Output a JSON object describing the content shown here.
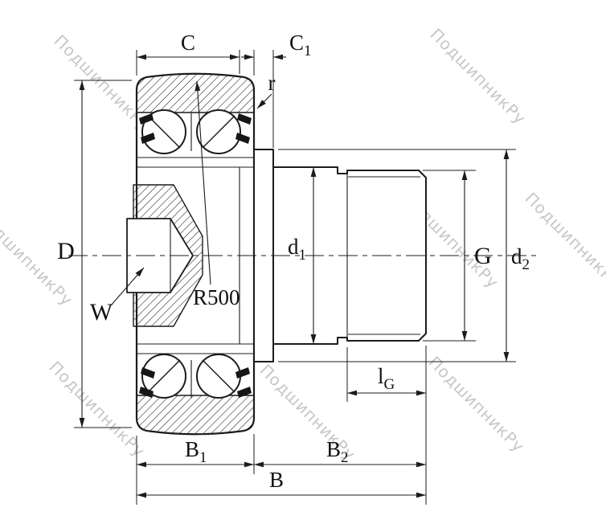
{
  "page": {
    "background": "#ffffff",
    "line_color": "#1c1c1c"
  },
  "watermark": {
    "text": "ПодшипникРу",
    "color": "#c7c7c7"
  },
  "labels": {
    "C": {
      "text": "C"
    },
    "C1": {
      "base": "C",
      "sub": "1"
    },
    "r": {
      "text": "r"
    },
    "D": {
      "text": "D"
    },
    "W": {
      "text": "W"
    },
    "R500": {
      "text": "R500"
    },
    "d1": {
      "base": "d",
      "sub": "1"
    },
    "G": {
      "text": "G"
    },
    "d2": {
      "base": "d",
      "sub": "2"
    },
    "lG": {
      "base": "l",
      "sub": "G"
    },
    "B1": {
      "base": "B",
      "sub": "1"
    },
    "B2": {
      "base": "B",
      "sub": "2"
    },
    "B": {
      "text": "B"
    }
  }
}
